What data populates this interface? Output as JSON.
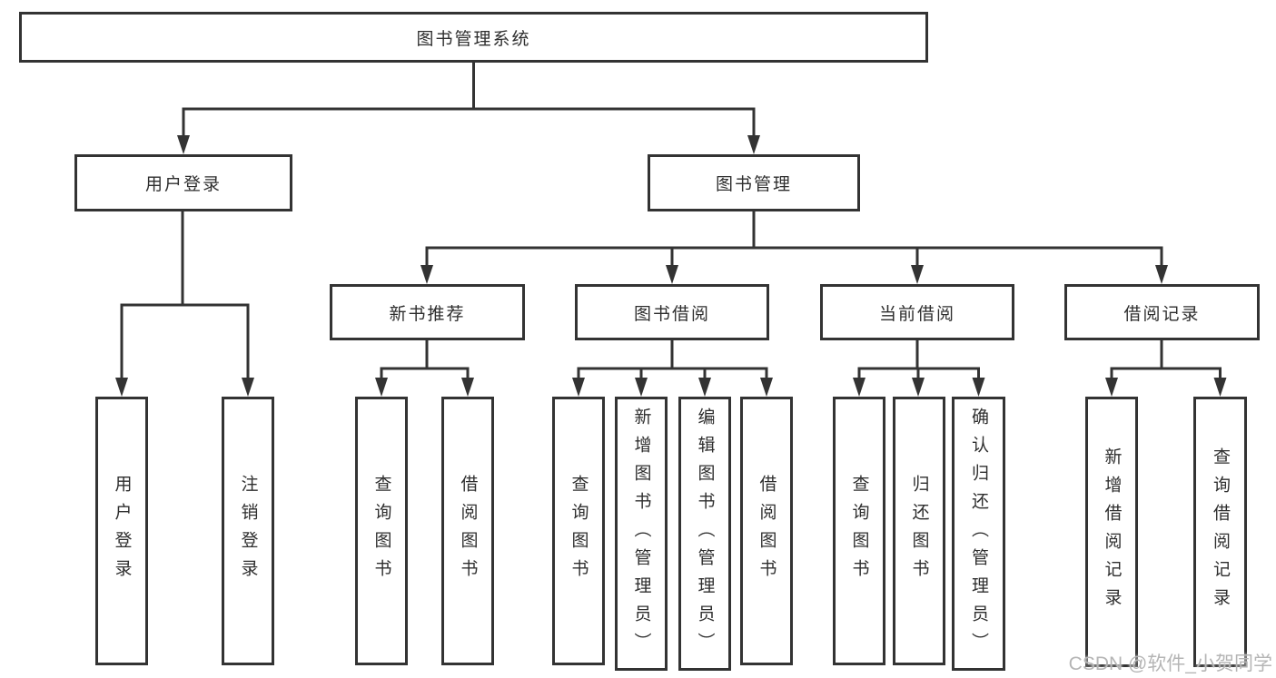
{
  "diagram": {
    "root": "图书管理系统",
    "level2": [
      "用户登录",
      "图书管理"
    ],
    "level3": [
      "新书推荐",
      "图书借阅",
      "当前借阅",
      "借阅记录"
    ],
    "leaves": {
      "user_login": [
        "用户登录",
        "注销登录"
      ],
      "new_book": [
        "查询图书",
        "借阅图书"
      ],
      "book_borrow": [
        "查询图书",
        "新增图书（管理员）",
        "编辑图书（管理员）",
        "借阅图书"
      ],
      "current_borrow": [
        "查询图书",
        "归还图书",
        "确认归还（管理员）"
      ],
      "borrow_record": [
        "新增借阅记录",
        "查询借阅记录"
      ]
    }
  },
  "watermark": "CSDN @软件_小贺同学",
  "colors": {
    "line": "#333333",
    "text": "#2e2e2e",
    "watermark": "#b5b5b5",
    "background": "#ffffff"
  }
}
